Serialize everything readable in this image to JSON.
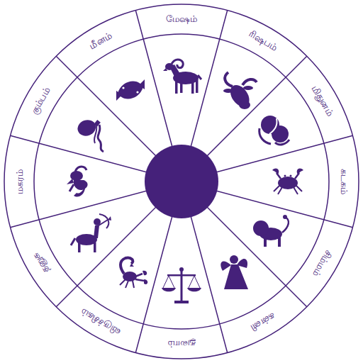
{
  "diagram": {
    "labels": [
      "மேஷம்",
      "ரிஷபம்",
      "மிதுனம்",
      "கடகம்",
      "சிம்மம்",
      "கன்னி",
      "துலாம்",
      "விருச்சிகம்",
      "தனுசு",
      "மகரம்",
      "கும்பம்",
      "மீனம்"
    ]
  }
}
